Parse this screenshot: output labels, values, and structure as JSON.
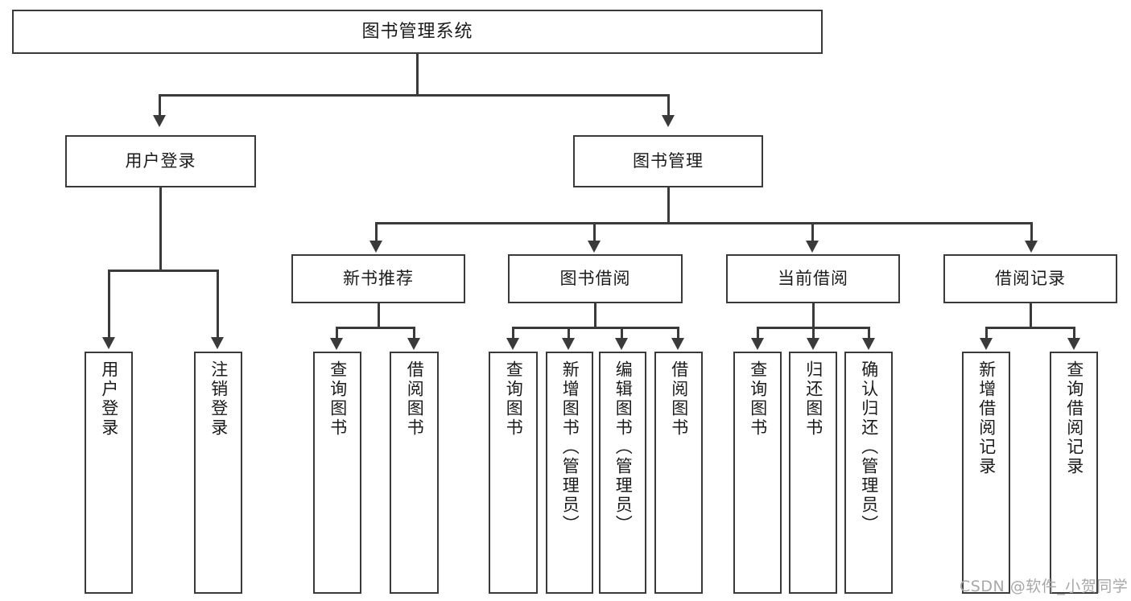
{
  "diagram": {
    "title": "图书管理系统",
    "root": {
      "id": "root",
      "label": "图书管理系统"
    },
    "level2": [
      {
        "id": "user-login",
        "label": "用户登录"
      },
      {
        "id": "book-management",
        "label": "图书管理"
      }
    ],
    "level3": [
      {
        "id": "new-book-recommend",
        "label": "新书推荐"
      },
      {
        "id": "book-borrow",
        "label": "图书借阅"
      },
      {
        "id": "current-borrow",
        "label": "当前借阅"
      },
      {
        "id": "borrow-record",
        "label": "借阅记录"
      }
    ],
    "leaves": {
      "user_login": [
        {
          "id": "leaf-user-login",
          "label": "用户登录"
        },
        {
          "id": "leaf-logout-login",
          "label": "注销登录"
        }
      ],
      "new_book_recommend": [
        {
          "id": "leaf-query-book-1",
          "label": "查询图书"
        },
        {
          "id": "leaf-borrow-book-1",
          "label": "借阅图书"
        }
      ],
      "book_borrow": [
        {
          "id": "leaf-query-book-2",
          "label": "查询图书"
        },
        {
          "id": "leaf-add-book",
          "label": "新增图书（管理员）"
        },
        {
          "id": "leaf-edit-book",
          "label": "编辑图书（管理员）"
        },
        {
          "id": "leaf-borrow-book-2",
          "label": "借阅图书"
        }
      ],
      "current_borrow": [
        {
          "id": "leaf-query-book-3",
          "label": "查询图书"
        },
        {
          "id": "leaf-return-book",
          "label": "归还图书"
        },
        {
          "id": "leaf-confirm-return",
          "label": "确认归还（管理员）"
        }
      ],
      "borrow_record": [
        {
          "id": "leaf-add-record",
          "label": "新增借阅记录"
        },
        {
          "id": "leaf-query-record",
          "label": "查询借阅记录"
        }
      ]
    }
  },
  "watermark": {
    "text": "CSDN @软件_小贺同学"
  },
  "colors": {
    "stroke": "#3a3a3a",
    "background": "#ffffff",
    "text": "#1b1b1b",
    "watermark": "#a8a8a8"
  }
}
